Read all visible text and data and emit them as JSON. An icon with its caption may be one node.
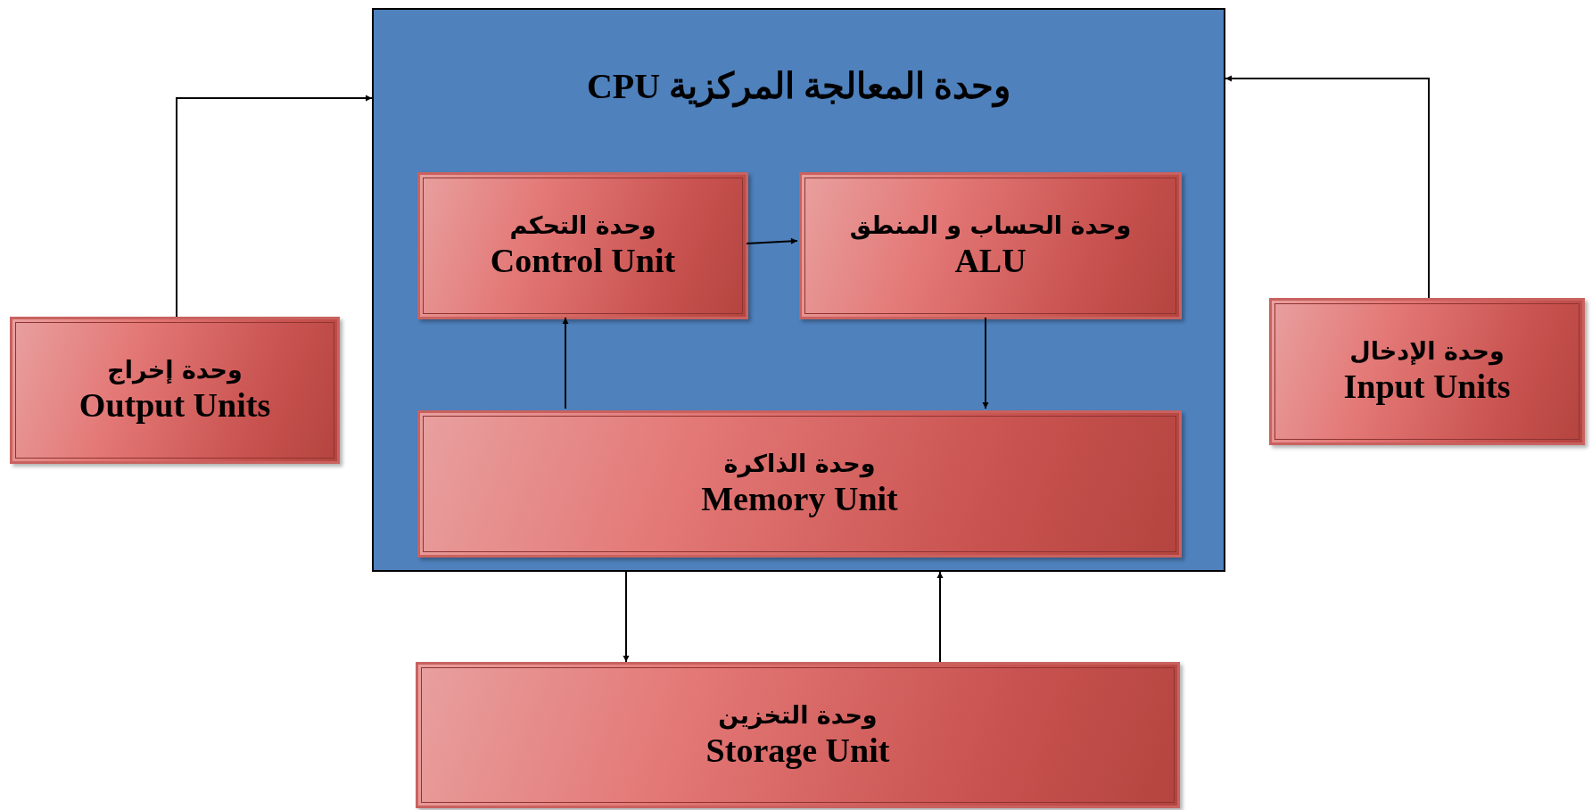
{
  "diagram": {
    "nodes": [
      {
        "text": [
          "وحدة المعالجة المركزية CPU"
        ]
      },
      {
        "text": [
          "وحدة التحكم",
          "Control Unit"
        ],
        "in": 0
      },
      {
        "text": [
          "وحدة الحساب و المنطق",
          "ALU"
        ],
        "in": 0
      },
      {
        "text": [
          "وحدة الذاكرة",
          "Memory Unit"
        ],
        "in": 0
      },
      {
        "text": [
          "وحدة إخراج",
          "Output Units"
        ]
      },
      {
        "text": [
          "وحدة الإدخال",
          "Input Units"
        ]
      },
      {
        "text": [
          "وحدة التخزين",
          "Storage Unit"
        ]
      }
    ],
    "edges": [
      {
        "from": 4,
        "to": 0,
        "arrow": "to"
      },
      {
        "from": 5,
        "to": 0,
        "arrow": "to"
      },
      {
        "from": 1,
        "to": 2,
        "arrow": "to"
      },
      {
        "from": 2,
        "to": 3,
        "arrow": "to"
      },
      {
        "from": 3,
        "to": 1,
        "arrow": "to"
      },
      {
        "from": 0,
        "to": 6,
        "arrow": "to"
      },
      {
        "from": 6,
        "to": 0,
        "arrow": "to"
      }
    ]
  }
}
